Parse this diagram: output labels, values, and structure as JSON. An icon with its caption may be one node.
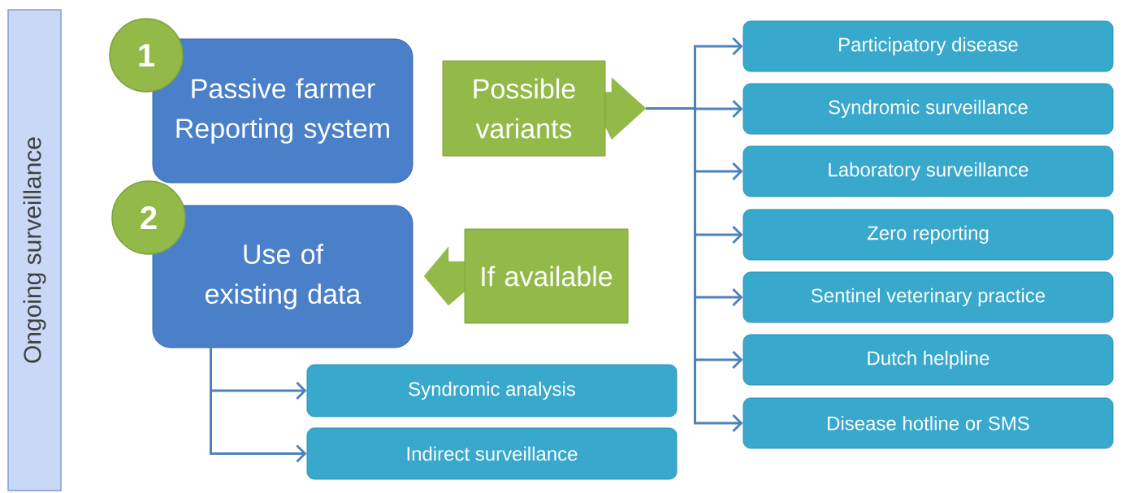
{
  "diagram": {
    "nodes": [
      {
        "text": [
          "Ongoing surveillance"
        ]
      },
      {
        "text": [
          "1"
        ]
      },
      {
        "text": [
          "Passive farmer Reporting system"
        ]
      },
      {
        "text": [
          "Possible variants"
        ]
      },
      {
        "text": [
          "2"
        ]
      },
      {
        "text": [
          "Use of existing data"
        ]
      },
      {
        "text": [
          "If available"
        ]
      },
      {
        "text": [
          "Participatory disease"
        ]
      },
      {
        "text": [
          "Syndromic surveillance"
        ]
      },
      {
        "text": [
          "Laboratory surveillance"
        ]
      },
      {
        "text": [
          "Zero reporting"
        ]
      },
      {
        "text": [
          "Sentinel veterinary practice"
        ]
      },
      {
        "text": [
          "Dutch helpline"
        ]
      },
      {
        "text": [
          "Disease hotline or SMS"
        ]
      },
      {
        "text": [
          "Syndromic analysis"
        ]
      },
      {
        "text": [
          "Indirect surveillance"
        ]
      }
    ],
    "edges": [
      {
        "from": 3,
        "to": 7,
        "arrow": "to"
      },
      {
        "from": 3,
        "to": 8,
        "arrow": "to"
      },
      {
        "from": 3,
        "to": 9,
        "arrow": "to"
      },
      {
        "from": 3,
        "to": 10,
        "arrow": "to"
      },
      {
        "from": 3,
        "to": 11,
        "arrow": "to"
      },
      {
        "from": 3,
        "to": 12,
        "arrow": "to"
      },
      {
        "from": 3,
        "to": 13,
        "arrow": "to"
      },
      {
        "from": 5,
        "to": 14,
        "arrow": "to"
      },
      {
        "from": 5,
        "to": 15,
        "arrow": "to"
      }
    ]
  }
}
